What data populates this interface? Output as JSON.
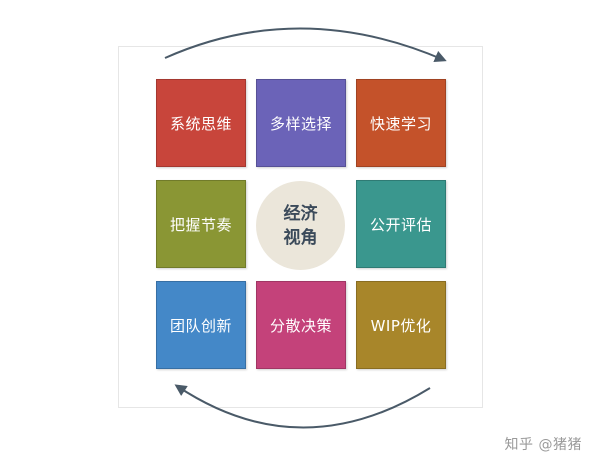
{
  "center": {
    "line1": "经济",
    "line2": "视角"
  },
  "tiles": [
    {
      "label": "系统思维",
      "color": "#c8453b"
    },
    {
      "label": "多样选择",
      "color": "#6b63b8"
    },
    {
      "label": "快速学习",
      "color": "#c4522a"
    },
    {
      "label": "把握节奏",
      "color": "#8a9634"
    },
    {
      "label": "公开评估",
      "color": "#3a978e"
    },
    {
      "label": "团队创新",
      "color": "#4488c8"
    },
    {
      "label": "分散决策",
      "color": "#c4427a"
    },
    {
      "label": "WIP优化",
      "color": "#a8862a"
    }
  ],
  "watermark": "知乎 @猪猪",
  "colors": {
    "arrow": "#4a5a68",
    "center_fill": "#ebe6da",
    "center_text": "#3b4a5a"
  }
}
